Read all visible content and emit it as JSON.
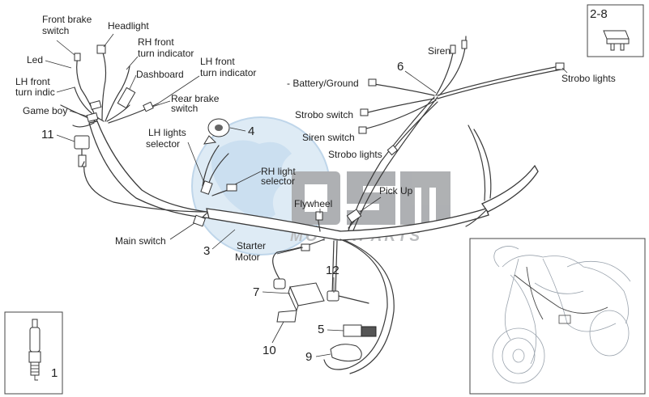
{
  "labels": {
    "front_brake_switch": [
      "Front brake",
      "switch"
    ],
    "headlight": "Headlight",
    "rh_front_turn": [
      "RH front",
      "turn indicator"
    ],
    "lh_front_turn": [
      "LH front",
      "turn indicator"
    ],
    "led": "Led",
    "dashboard": "Dashboard",
    "lh_front_turn_indic": [
      "LH front",
      "turn indic"
    ],
    "rear_brake_switch": [
      "Rear brake",
      "switch"
    ],
    "game_boy": "Game boy",
    "lh_lights_selector": [
      "LH lights",
      "selector"
    ],
    "rh_light_selector": [
      "RH light",
      "selector"
    ],
    "main_switch": "Main switch",
    "starter_motor": [
      "Starter",
      "Motor"
    ],
    "flywheel": "Flywheel",
    "pick_up": "Pick Up",
    "siren": "Siren",
    "battery_ground": "- Battery/Ground",
    "strobo_switch": "Strobo switch",
    "siren_switch": "Siren switch",
    "strobo_lights_lower": "Strobo lights",
    "strobo_lights_right": "Strobo lights"
  },
  "callouts": {
    "n1": "1",
    "n2_8": "2-8",
    "n3": "3",
    "n4": "4",
    "n5": "5",
    "n6": "6",
    "n7": "7",
    "n9": "9",
    "n10": "10",
    "n11": "11",
    "n12": "12"
  },
  "watermark": {
    "logo": "OSM",
    "tagline": "MOTORPARTS",
    "colors": {
      "globe": "#a9c8e2",
      "logo": "#a6a8ab"
    }
  },
  "icons": {
    "spark_plug": "spark-plug-icon",
    "fuse": "fuse-icon",
    "scooter_overview": "scooter-overview-icon"
  }
}
